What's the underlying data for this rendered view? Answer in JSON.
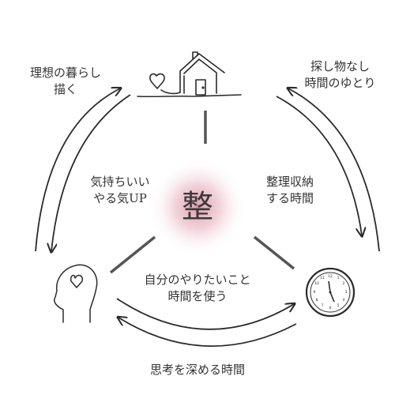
{
  "center": {
    "text": "整"
  },
  "labels": {
    "top_left": [
      "理想の暮らし",
      "描く"
    ],
    "top_right": [
      "探し物なし",
      "時間のゆとり"
    ],
    "inner_left": [
      "気持ちいい",
      "やる気UP"
    ],
    "inner_right": [
      "整理収納",
      "する時間"
    ],
    "inner_bottom": [
      "自分のやりたいこと",
      "時間を使う"
    ],
    "bottom": "思考を深める時間"
  },
  "icons": {
    "top": "house-with-heart-icon",
    "left": "head-with-heart-icon",
    "right": "wall-clock-icon"
  },
  "colors": {
    "line": "#2b2b2b",
    "spoke": "#555555",
    "glow": "#d98ea0",
    "text": "#333333"
  }
}
